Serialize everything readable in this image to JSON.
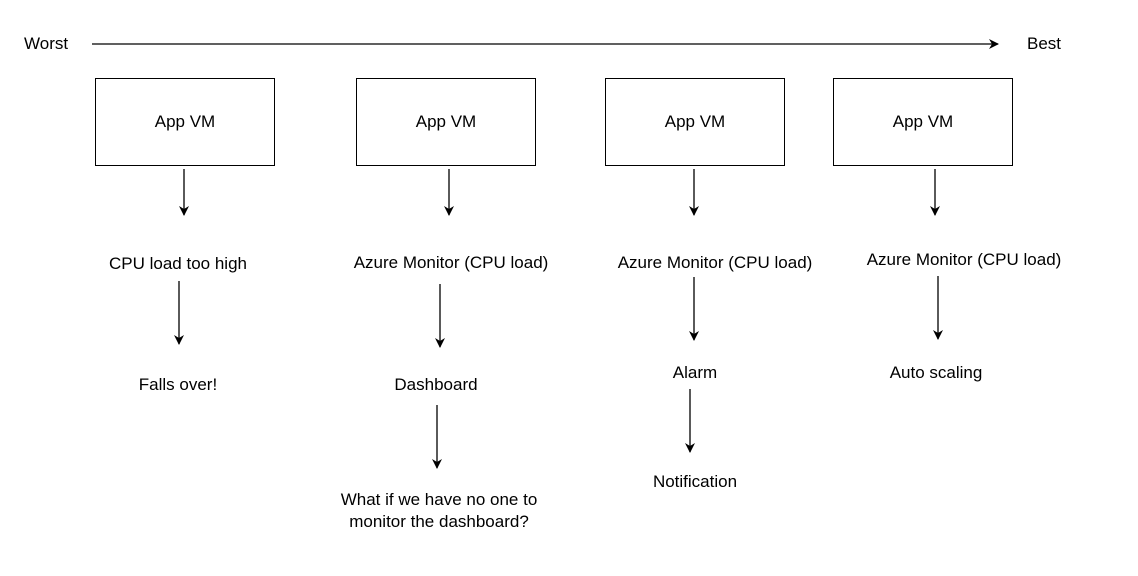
{
  "scale": {
    "start_label": "Worst",
    "end_label": "Best"
  },
  "columns": [
    {
      "box_label": "App VM",
      "steps": [
        "CPU load too high",
        "Falls over!"
      ]
    },
    {
      "box_label": "App VM",
      "steps": [
        "Azure Monitor (CPU load)",
        "Dashboard",
        "What if we have no one to monitor the dashboard?"
      ]
    },
    {
      "box_label": "App VM",
      "steps": [
        "Azure Monitor (CPU load)",
        "Alarm",
        "Notification"
      ]
    },
    {
      "box_label": "App VM",
      "steps": [
        "Azure Monitor (CPU load)",
        "Auto scaling"
      ]
    }
  ],
  "colors": {
    "stroke": "#000000",
    "background": "#ffffff"
  }
}
